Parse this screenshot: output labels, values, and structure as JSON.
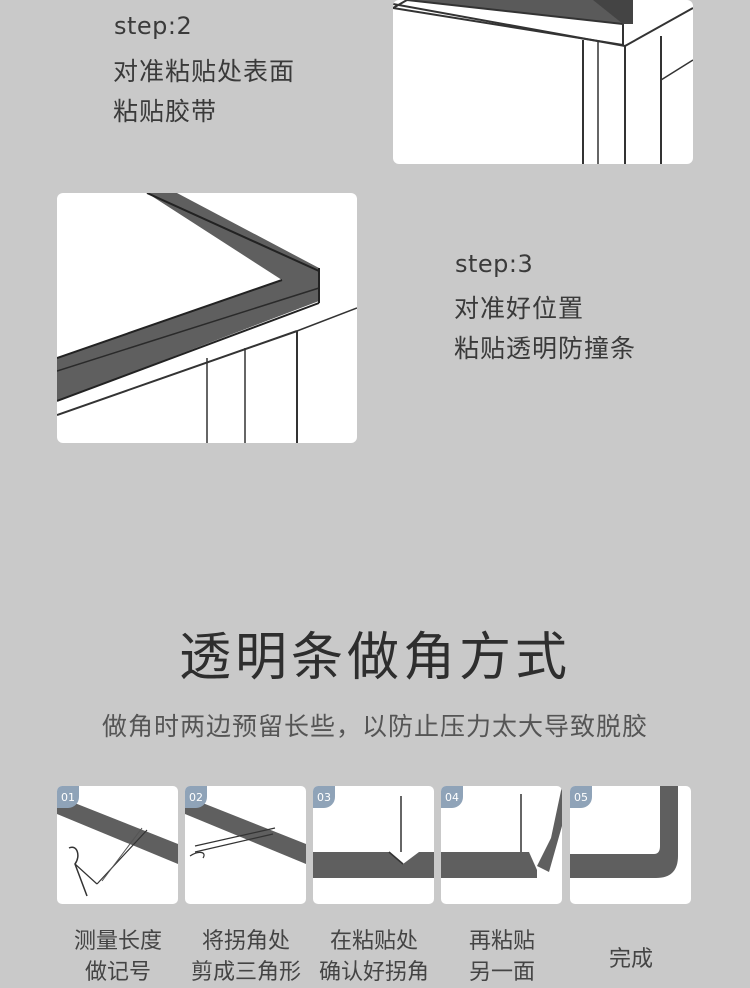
{
  "step2": {
    "label": "step:2",
    "line1": "对准粘贴处表面",
    "line2": "粘贴胶带"
  },
  "step3": {
    "label": "step:3",
    "line1": "对准好位置",
    "line2": "粘贴透明防撞条"
  },
  "section": {
    "title": "透明条做角方式",
    "subtitle": "做角时两边预留长些，以防止压力太大导致脱胶"
  },
  "thumbs": [
    {
      "badge": "01",
      "cap1": "测量长度",
      "cap2": "做记号"
    },
    {
      "badge": "02",
      "cap1": "将拐角处",
      "cap2": "剪成三角形"
    },
    {
      "badge": "03",
      "cap1": "在粘贴处",
      "cap2": "确认好拐角"
    },
    {
      "badge": "04",
      "cap1": "再粘贴",
      "cap2": "另一面"
    },
    {
      "badge": "05",
      "cap1": "完成",
      "cap2": ""
    }
  ]
}
